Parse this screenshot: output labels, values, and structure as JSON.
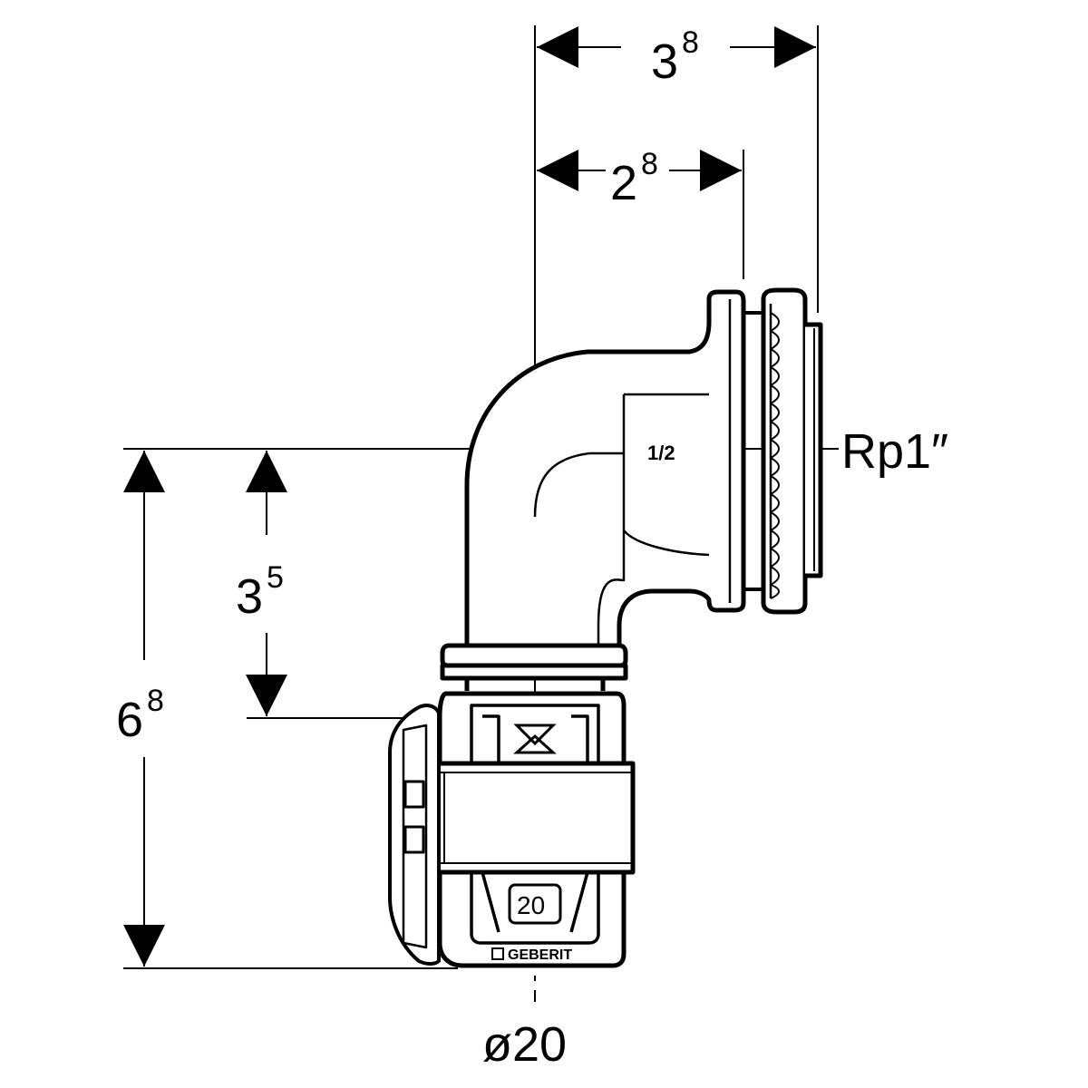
{
  "dimensions": {
    "top_outer": {
      "base": "3",
      "sup": "8"
    },
    "top_inner": {
      "base": "2",
      "sup": "8"
    },
    "left_outer": {
      "base": "6",
      "sup": "8"
    },
    "left_inner": {
      "base": "3",
      "sup": "5"
    }
  },
  "labels": {
    "thread": "Rp1″",
    "diameter": "ø20"
  },
  "markings": {
    "thread_size": "1/2",
    "pipe_size": "20",
    "brand": "GEBERIT"
  },
  "colors": {
    "line": "#000000",
    "background": "#ffffff"
  }
}
